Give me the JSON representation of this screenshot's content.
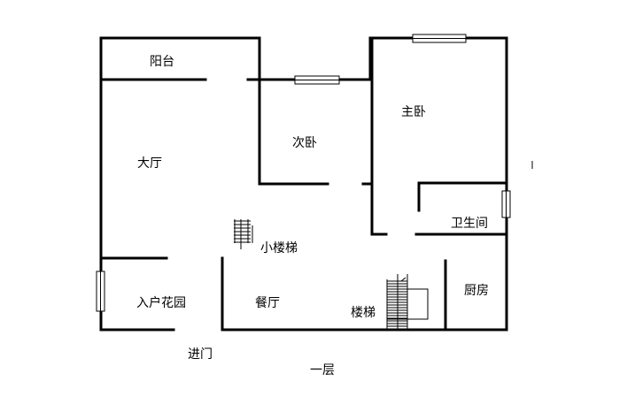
{
  "rooms": {
    "balcony": "阳台",
    "living_room": "大厅",
    "second_bedroom": "次卧",
    "master_bedroom": "主卧",
    "bathroom": "卫生间",
    "small_stairs": "小楼梯",
    "kitchen": "厨房",
    "entry_garden": "入户花园",
    "dining_room": "餐厅",
    "stairs": "楼梯"
  },
  "entrance": "进门",
  "floor": "一层"
}
